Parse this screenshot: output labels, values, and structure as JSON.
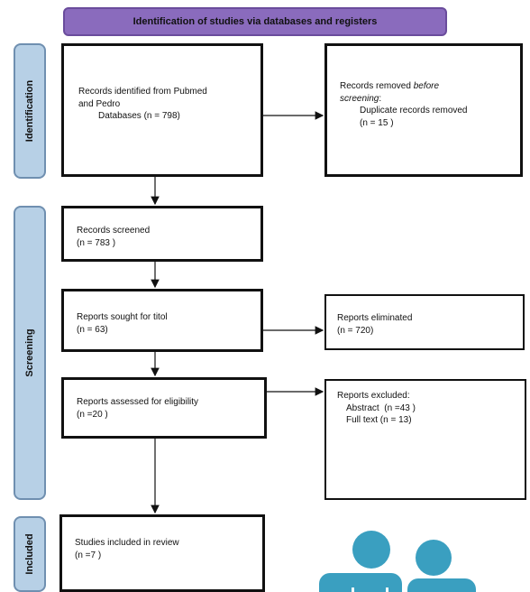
{
  "header": {
    "title": "Identification of studies via databases and registers"
  },
  "phases": {
    "identification": "Identification",
    "screening": "Screening",
    "included": "Included"
  },
  "boxes": {
    "records_identified": {
      "line1": "Records identified from Pubmed",
      "line2": "and Pedro",
      "line3": "Databases (n = 798)"
    },
    "records_removed": {
      "line1": "Records removed ",
      "line1_em": "before",
      "line2_em": "screening",
      "line2_tail": ":",
      "line3": "Duplicate records removed",
      "line4": "(n = 15 )"
    },
    "records_screened": {
      "line1": "Records screened",
      "line2": "(n = 783 )"
    },
    "reports_sought": {
      "line1": "Reports sought for titol",
      "line2": "(n = 63)"
    },
    "reports_eliminated": {
      "line1": "Reports eliminated",
      "line2": "(n = 720)"
    },
    "reports_assessed": {
      "line1": "Reports assessed for eligibility",
      "line2": "(n =20 )"
    },
    "reports_excluded": {
      "line1": "Reports excluded:",
      "line2": "Abstract  (n =43 )",
      "line3": "Full text (n = 13)"
    },
    "studies_included": {
      "line1": "Studies included in review",
      "line2": "(n =7 )"
    }
  },
  "colors": {
    "header_fill": "#8a6bbd",
    "phase_fill": "#b7d0e6",
    "people_icon": "#3a9fc0"
  },
  "icons": [
    "people-icon"
  ]
}
